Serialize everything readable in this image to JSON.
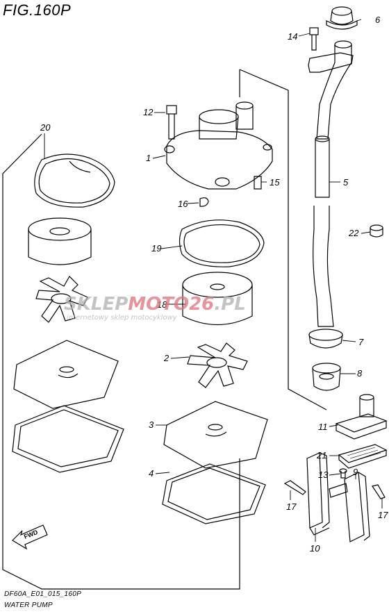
{
  "figure": {
    "title": "FIG.160P"
  },
  "footer": {
    "code": "DF60A_E01_015_160P",
    "name": "WATER PUMP"
  },
  "watermark": {
    "main_a": "SKLEP",
    "main_b": "MOTO",
    "main_c": "26",
    "main_d": ".PL",
    "sub": "internetowy sklep motocyklowy"
  },
  "fwd_label": "FWD",
  "callouts": {
    "c1": "1",
    "c2": "2",
    "c3": "3",
    "c4": "4",
    "c5": "5",
    "c6": "6",
    "c7": "7",
    "c8": "8",
    "c9": "9",
    "c10": "10",
    "c11": "11",
    "c12": "12",
    "c13": "13",
    "c14": "14",
    "c15": "15",
    "c16": "16",
    "c17a": "17",
    "c17b": "17",
    "c18": "18",
    "c19": "19",
    "c20": "20",
    "c21": "21",
    "c22": "22"
  },
  "colors": {
    "line": "#000000",
    "watermark_gray": "#b0b0b0",
    "watermark_red": "#e0707a"
  }
}
